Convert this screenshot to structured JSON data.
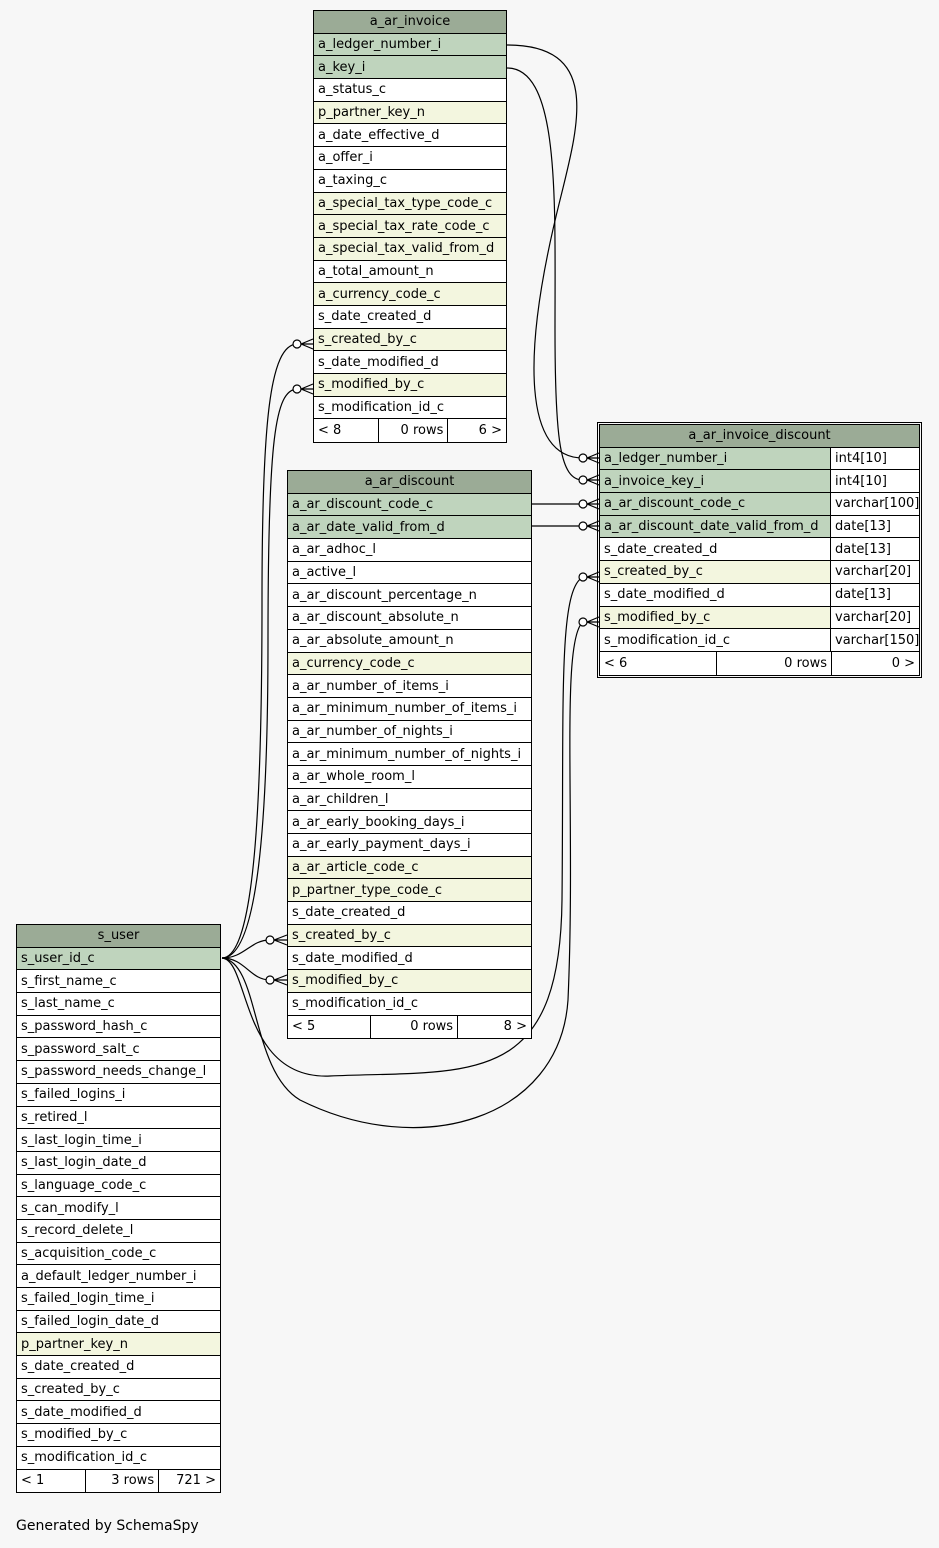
{
  "footer_text": "Generated by SchemaSpy",
  "tables": {
    "a_ar_invoice": {
      "name": "a_ar_invoice",
      "columns": [
        {
          "name": "a_ledger_number_i",
          "role": "pk"
        },
        {
          "name": "a_key_i",
          "role": "pk"
        },
        {
          "name": "a_status_c",
          "role": "normal"
        },
        {
          "name": "p_partner_key_n",
          "role": "fk"
        },
        {
          "name": "a_date_effective_d",
          "role": "normal"
        },
        {
          "name": "a_offer_i",
          "role": "normal"
        },
        {
          "name": "a_taxing_c",
          "role": "normal"
        },
        {
          "name": "a_special_tax_type_code_c",
          "role": "fk"
        },
        {
          "name": "a_special_tax_rate_code_c",
          "role": "fk"
        },
        {
          "name": "a_special_tax_valid_from_d",
          "role": "fk"
        },
        {
          "name": "a_total_amount_n",
          "role": "normal"
        },
        {
          "name": "a_currency_code_c",
          "role": "fk"
        },
        {
          "name": "s_date_created_d",
          "role": "normal"
        },
        {
          "name": "s_created_by_c",
          "role": "fk"
        },
        {
          "name": "s_date_modified_d",
          "role": "normal"
        },
        {
          "name": "s_modified_by_c",
          "role": "fk"
        },
        {
          "name": "s_modification_id_c",
          "role": "normal"
        }
      ],
      "footer": {
        "parents": "< 8",
        "rows": "0 rows",
        "children": "6 >"
      }
    },
    "a_ar_discount": {
      "name": "a_ar_discount",
      "columns": [
        {
          "name": "a_ar_discount_code_c",
          "role": "pk"
        },
        {
          "name": "a_ar_date_valid_from_d",
          "role": "pk"
        },
        {
          "name": "a_ar_adhoc_l",
          "role": "normal"
        },
        {
          "name": "a_active_l",
          "role": "normal"
        },
        {
          "name": "a_ar_discount_percentage_n",
          "role": "normal"
        },
        {
          "name": "a_ar_discount_absolute_n",
          "role": "normal"
        },
        {
          "name": "a_ar_absolute_amount_n",
          "role": "normal"
        },
        {
          "name": "a_currency_code_c",
          "role": "fk"
        },
        {
          "name": "a_ar_number_of_items_i",
          "role": "normal"
        },
        {
          "name": "a_ar_minimum_number_of_items_i",
          "role": "normal"
        },
        {
          "name": "a_ar_number_of_nights_i",
          "role": "normal"
        },
        {
          "name": "a_ar_minimum_number_of_nights_i",
          "role": "normal"
        },
        {
          "name": "a_ar_whole_room_l",
          "role": "normal"
        },
        {
          "name": "a_ar_children_l",
          "role": "normal"
        },
        {
          "name": "a_ar_early_booking_days_i",
          "role": "normal"
        },
        {
          "name": "a_ar_early_payment_days_i",
          "role": "normal"
        },
        {
          "name": "a_ar_article_code_c",
          "role": "fk"
        },
        {
          "name": "p_partner_type_code_c",
          "role": "fk"
        },
        {
          "name": "s_date_created_d",
          "role": "normal"
        },
        {
          "name": "s_created_by_c",
          "role": "fk"
        },
        {
          "name": "s_date_modified_d",
          "role": "normal"
        },
        {
          "name": "s_modified_by_c",
          "role": "fk"
        },
        {
          "name": "s_modification_id_c",
          "role": "normal"
        }
      ],
      "footer": {
        "parents": "< 5",
        "rows": "0 rows",
        "children": "8 >"
      }
    },
    "a_ar_invoice_discount": {
      "name": "a_ar_invoice_discount",
      "columns": [
        {
          "name": "a_ledger_number_i",
          "type": "int4[10]",
          "role": "pk"
        },
        {
          "name": "a_invoice_key_i",
          "type": "int4[10]",
          "role": "pk"
        },
        {
          "name": "a_ar_discount_code_c",
          "type": "varchar[100]",
          "role": "pk"
        },
        {
          "name": "a_ar_discount_date_valid_from_d",
          "type": "date[13]",
          "role": "pk"
        },
        {
          "name": "s_date_created_d",
          "type": "date[13]",
          "role": "normal"
        },
        {
          "name": "s_created_by_c",
          "type": "varchar[20]",
          "role": "fk"
        },
        {
          "name": "s_date_modified_d",
          "type": "date[13]",
          "role": "normal"
        },
        {
          "name": "s_modified_by_c",
          "type": "varchar[20]",
          "role": "fk"
        },
        {
          "name": "s_modification_id_c",
          "type": "varchar[150]",
          "role": "normal"
        }
      ],
      "footer": {
        "parents": "< 6",
        "rows": "0 rows",
        "children": "0 >"
      }
    },
    "s_user": {
      "name": "s_user",
      "columns": [
        {
          "name": "s_user_id_c",
          "role": "pk"
        },
        {
          "name": "s_first_name_c",
          "role": "normal"
        },
        {
          "name": "s_last_name_c",
          "role": "normal"
        },
        {
          "name": "s_password_hash_c",
          "role": "normal"
        },
        {
          "name": "s_password_salt_c",
          "role": "normal"
        },
        {
          "name": "s_password_needs_change_l",
          "role": "normal"
        },
        {
          "name": "s_failed_logins_i",
          "role": "normal"
        },
        {
          "name": "s_retired_l",
          "role": "normal"
        },
        {
          "name": "s_last_login_time_i",
          "role": "normal"
        },
        {
          "name": "s_last_login_date_d",
          "role": "normal"
        },
        {
          "name": "s_language_code_c",
          "role": "normal"
        },
        {
          "name": "s_can_modify_l",
          "role": "normal"
        },
        {
          "name": "s_record_delete_l",
          "role": "normal"
        },
        {
          "name": "s_acquisition_code_c",
          "role": "normal"
        },
        {
          "name": "a_default_ledger_number_i",
          "role": "normal"
        },
        {
          "name": "s_failed_login_time_i",
          "role": "normal"
        },
        {
          "name": "s_failed_login_date_d",
          "role": "normal"
        },
        {
          "name": "p_partner_key_n",
          "role": "fk"
        },
        {
          "name": "s_date_created_d",
          "role": "normal"
        },
        {
          "name": "s_created_by_c",
          "role": "normal"
        },
        {
          "name": "s_date_modified_d",
          "role": "normal"
        },
        {
          "name": "s_modified_by_c",
          "role": "normal"
        },
        {
          "name": "s_modification_id_c",
          "role": "normal"
        }
      ],
      "footer": {
        "parents": "< 1",
        "rows": "3 rows",
        "children": "721 >"
      }
    }
  },
  "relationships": [
    {
      "from": "a_ar_invoice.a_ledger_number_i",
      "to": "a_ar_invoice_discount.a_ledger_number_i"
    },
    {
      "from": "a_ar_invoice.a_key_i",
      "to": "a_ar_invoice_discount.a_invoice_key_i"
    },
    {
      "from": "a_ar_discount.a_ar_discount_code_c",
      "to": "a_ar_invoice_discount.a_ar_discount_code_c"
    },
    {
      "from": "a_ar_discount.a_ar_date_valid_from_d",
      "to": "a_ar_invoice_discount.a_ar_discount_date_valid_from_d"
    },
    {
      "from": "s_user.s_user_id_c",
      "to": "a_ar_invoice.s_created_by_c"
    },
    {
      "from": "s_user.s_user_id_c",
      "to": "a_ar_invoice.s_modified_by_c"
    },
    {
      "from": "s_user.s_user_id_c",
      "to": "a_ar_discount.s_created_by_c"
    },
    {
      "from": "s_user.s_user_id_c",
      "to": "a_ar_discount.s_modified_by_c"
    },
    {
      "from": "s_user.s_user_id_c",
      "to": "a_ar_invoice_discount.s_created_by_c"
    },
    {
      "from": "s_user.s_user_id_c",
      "to": "a_ar_invoice_discount.s_modified_by_c"
    }
  ],
  "colors": {
    "header": "#9bab96",
    "primary_key": "#bfd4bd",
    "foreign_key": "#f3f6df",
    "background": "#f7f7f7"
  }
}
